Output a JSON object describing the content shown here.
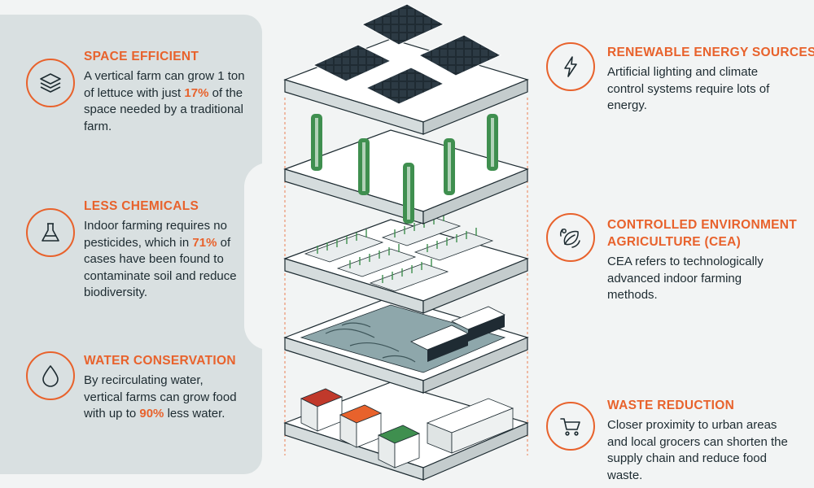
{
  "features_left": [
    {
      "id": "space",
      "title": "SPACE EFFICIENT",
      "body_before": "A vertical farm can grow 1 ton of lettuce with just ",
      "highlight": "17%",
      "body_after": " of the space needed by a traditional farm.",
      "icon": "layers-icon"
    },
    {
      "id": "chemicals",
      "title": "LESS CHEMICALS",
      "body_before": "Indoor farming requires no pesticides, which in ",
      "highlight": "71%",
      "body_after": " of cases have been found to contaminate soil and reduce biodiversity.",
      "icon": "flask-icon"
    },
    {
      "id": "water",
      "title": "WATER CONSERVATION",
      "body_before": "By recirculating water, vertical farms can grow food with up to ",
      "highlight": "90%",
      "body_after": " less water.",
      "icon": "water-drop-icon"
    }
  ],
  "features_right": [
    {
      "id": "energy",
      "title": "RENEWABLE ENERGY SOURCES",
      "body": "Artificial lighting and climate control systems require lots of energy.",
      "icon": "lightning-icon"
    },
    {
      "id": "cea",
      "title_line1": "CONTROLLED ENVIRONMENT",
      "title_line2": "AGRICULTURE (CEA)",
      "body": "CEA refers to technologically advanced indoor farming methods.",
      "icon": "leaf-gear-icon"
    },
    {
      "id": "waste",
      "title": "WASTE REDUCTION",
      "body": "Closer proximity to urban areas and local grocers can shorten the supply chain and reduce food waste.",
      "icon": "cart-icon"
    }
  ],
  "colors": {
    "accent": "#e8622c",
    "text": "#1d2b31",
    "panel": "#d9e0e1",
    "background": "#f2f4f4"
  }
}
